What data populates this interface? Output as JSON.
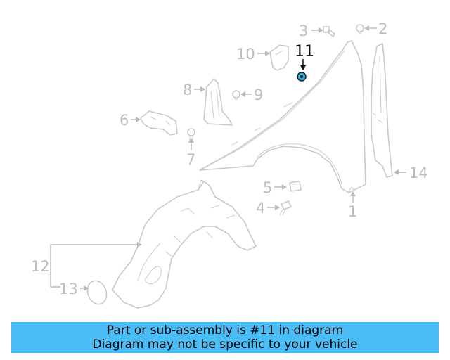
{
  "diagram": {
    "callouts": {
      "c1": "1",
      "c2": "2",
      "c3": "3",
      "c4": "4",
      "c5": "5",
      "c6": "6",
      "c7": "7",
      "c8": "8",
      "c9": "9",
      "c10": "10",
      "c11": "11",
      "c12": "12",
      "c13": "13",
      "c14": "14"
    },
    "highlighted_part": "11",
    "highlight_color": "#2bb3e8"
  },
  "caption": {
    "line1": "Part or sub-assembly is #11 in diagram",
    "line2": "Diagram may not be specific to your vehicle",
    "background": "#4bbdf6"
  }
}
